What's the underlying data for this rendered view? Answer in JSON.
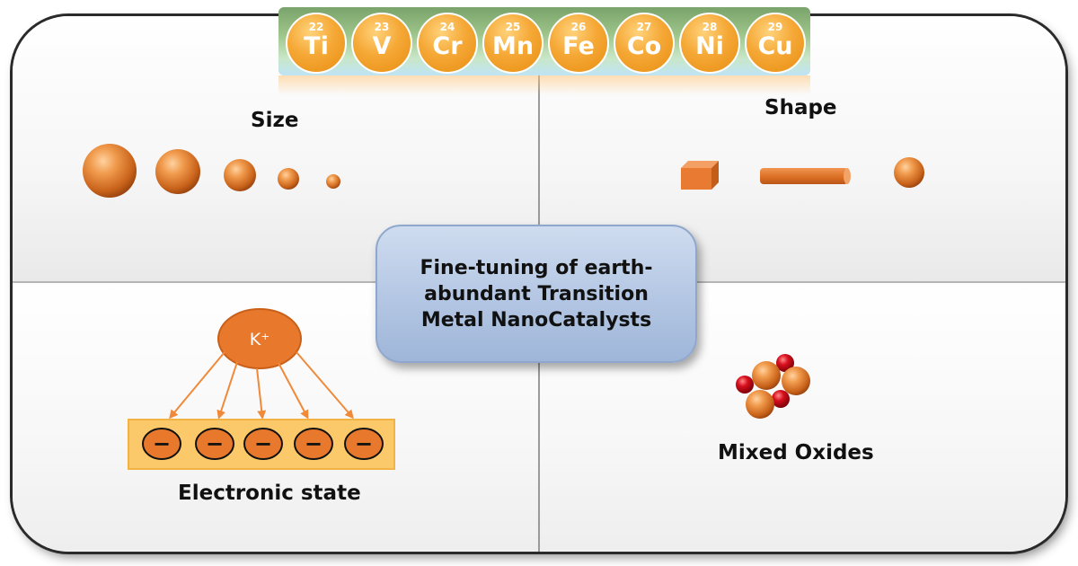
{
  "center": {
    "line1": "Fine-tuning of earth-",
    "line2": "abundant Transition",
    "line3": "Metal NanoCatalysts"
  },
  "quadrants": {
    "size_label": "Size",
    "shape_label": "Shape",
    "electronic_label": "Electronic state",
    "oxides_label": "Mixed Oxides"
  },
  "ion_label": "K⁺",
  "charge_symbol": "−",
  "elements": [
    {
      "number": "22",
      "symbol": "Ti"
    },
    {
      "number": "23",
      "symbol": "V"
    },
    {
      "number": "24",
      "symbol": "Cr"
    },
    {
      "number": "25",
      "symbol": "Mn"
    },
    {
      "number": "26",
      "symbol": "Fe"
    },
    {
      "number": "27",
      "symbol": "Co"
    },
    {
      "number": "28",
      "symbol": "Ni"
    },
    {
      "number": "29",
      "symbol": "Cu"
    }
  ],
  "colors": {
    "copper": "#e07a2c",
    "oxygen": "#c00010",
    "center_box": "#b3c6e3",
    "charge_band": "#fcc96a"
  }
}
